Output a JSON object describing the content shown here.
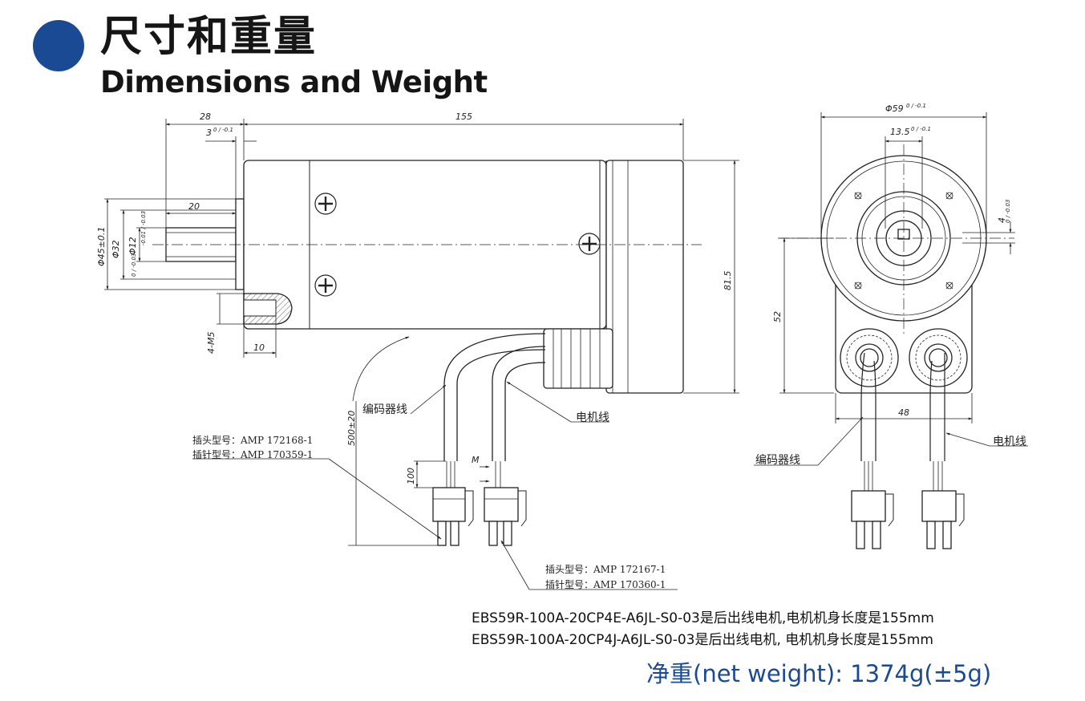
{
  "header": {
    "title_cn": "尺寸和重量",
    "title_en": "Dimensions and Weight",
    "accent_color": "#1a4a94"
  },
  "drawing": {
    "dimensions": {
      "shaft_to_flange": "28",
      "flange_thickness": "3",
      "flange_tol": "0 / -0.1",
      "body_length": "155",
      "shaft_length": "20",
      "pilot_dia": "Φ45±0.1",
      "boss_dia": "Φ32",
      "boss_tol": "0 / -0.03",
      "shaft_dia": "Φ12",
      "shaft_tol": "-0.01 / -0.03",
      "height": "81.5",
      "thread": "4-M5",
      "thread_depth": "10",
      "cable_length": "500±20",
      "strip_length": "100",
      "m_mark": "M",
      "face_dia": "Φ59",
      "face_tol": "0 / -0.1",
      "key_width": "13.5",
      "key_tol": "0 / -0.1",
      "keyway": "4",
      "keyway_tol": "0 / -0.03",
      "center_height": "52",
      "cable_spacing": "48"
    },
    "labels": {
      "encoder_cable": "编码器线",
      "motor_cable": "电机线",
      "encoder_plug": "插头型号：AMP  172168-1",
      "encoder_pin": "插针型号：AMP  170359-1",
      "motor_plug": "插头型号：AMP  172167-1",
      "motor_pin": "插针型号：AMP  170360-1"
    }
  },
  "notes": [
    "EBS59R-100A-20CP4E-A6JL-S0-03是后出线电机,电机机身长度是155mm",
    "EBS59R-100A-20CP4J-A6JL-S0-03是后出线电机, 电机机身长度是155mm"
  ],
  "weight": "净重(net weight):  1374g(±5g)"
}
